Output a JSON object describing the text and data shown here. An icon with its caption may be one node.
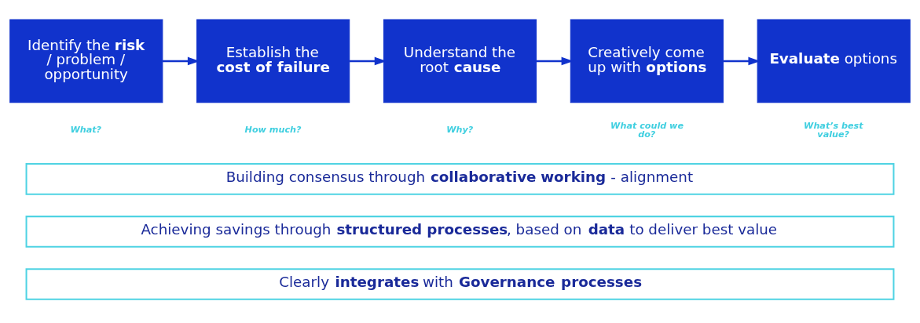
{
  "diagram": {
    "nodes": [
      {
        "text": [
          "Identify the **risk** / problem / opportunity"
        ],
        "beside": [
          "What?"
        ]
      },
      {
        "text": [
          "Establish the **cost of failure**"
        ],
        "beside": [
          "How much?"
        ]
      },
      {
        "text": [
          "Understand the root **cause**"
        ],
        "beside": [
          "Why?"
        ]
      },
      {
        "text": [
          "Creatively come up with **options**"
        ],
        "beside": [
          "What could we do?"
        ]
      },
      {
        "text": [
          "**Evaluate** options"
        ],
        "beside": [
          "What’s best value?"
        ]
      },
      {
        "text": [
          "Building consensus through **collaborative working** - alignment"
        ]
      },
      {
        "text": [
          "Achieving savings through **structured processes**, based on **data** to deliver best value"
        ]
      },
      {
        "text": [
          "Clearly **integrates** with **Governance processes**"
        ]
      }
    ],
    "edges": [
      {
        "from": 0,
        "to": 1,
        "arrow": "to"
      },
      {
        "from": 1,
        "to": 2,
        "arrow": "to"
      },
      {
        "from": 2,
        "to": 3,
        "arrow": "to"
      },
      {
        "from": 3,
        "to": 4,
        "arrow": "to"
      }
    ]
  }
}
